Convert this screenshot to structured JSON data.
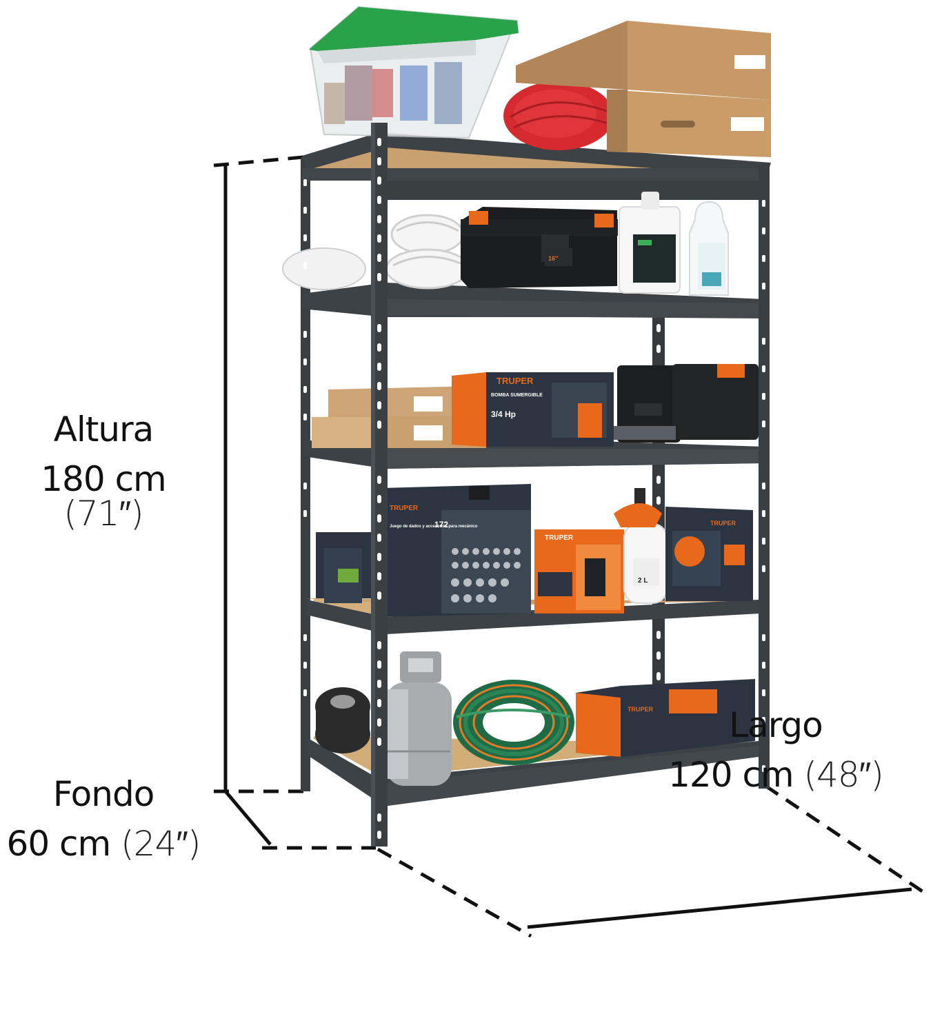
{
  "dimensions": {
    "altura": {
      "label": "Altura",
      "metric": "180 cm",
      "imperial": "(71″)"
    },
    "fondo": {
      "label": "Fondo",
      "metric": "60 cm",
      "imperial": "(24″)"
    },
    "largo": {
      "label": "Largo",
      "metric": "120 cm",
      "imperial": "(48″)"
    }
  },
  "product_labels": {
    "brand": "TRUPER",
    "pump_box": "BOMBA SUMERGIBLE",
    "pump_power": "3/4 Hp",
    "socket_set": "Juego de dados y accesorios para mecánico",
    "socket_count": "172",
    "sprayer_volume": "2 L",
    "toolbox_size": "16″"
  },
  "colors": {
    "frame": "#3d4246",
    "board": "#d2ad78",
    "brand_orange": "#e8691c",
    "box_navy": "#2b3440",
    "cardboard": "#c79a64"
  }
}
